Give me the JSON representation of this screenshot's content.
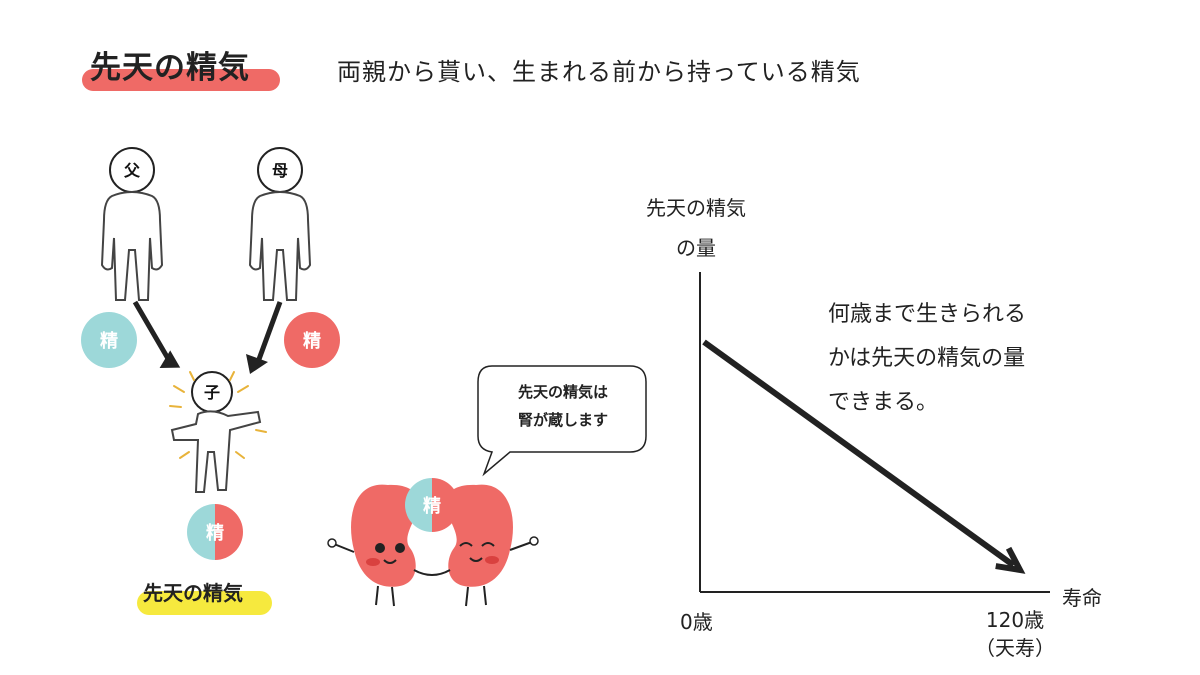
{
  "header": {
    "title": "先天の精気",
    "subtitle": "両親から貰い、生まれる前から持っている精気"
  },
  "family": {
    "father_label": "父",
    "mother_label": "母",
    "child_label": "子",
    "father_essence": "精",
    "mother_essence": "精",
    "child_essence": "精",
    "caption": "先天の精気"
  },
  "kidney": {
    "essence": "精",
    "speech_line1": "先天の精気は",
    "speech_line2": "腎が蔵します"
  },
  "chart_data": {
    "type": "line",
    "ylabel_line1": "先天の精気",
    "ylabel_line2": "の量",
    "xlabel": "寿命",
    "x_ticks": [
      "0歳",
      "120歳"
    ],
    "x_tick_note": "（天寿）",
    "annotation": [
      "何歳まで生きられる",
      "かは先天の精気の量",
      "できまる。"
    ],
    "series": [
      {
        "x": [
          0,
          120
        ],
        "y": [
          1,
          0
        ]
      }
    ]
  },
  "colors": {
    "teal": "#9dd8d9",
    "coral": "#ef6a66",
    "yellow_highlight": "#f6e93e"
  }
}
